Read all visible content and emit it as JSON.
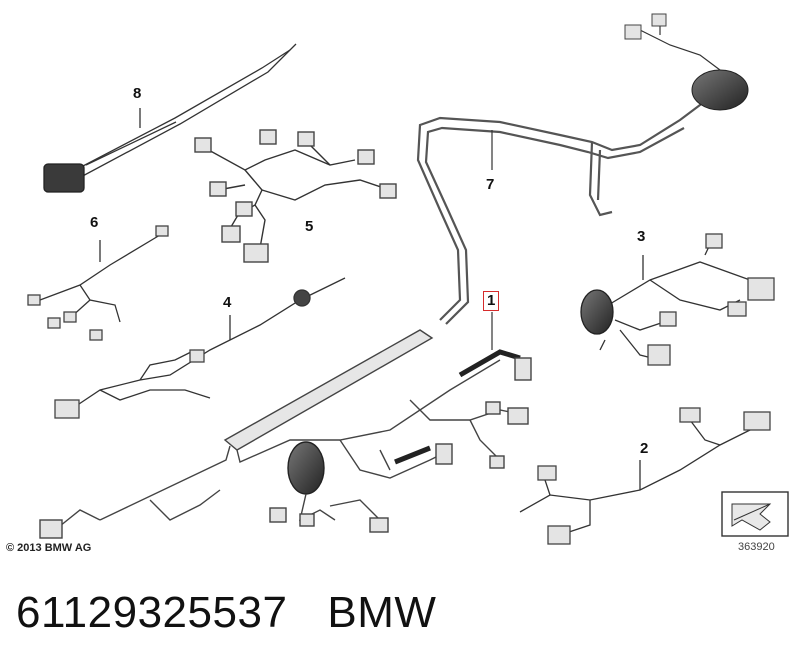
{
  "diagram": {
    "callouts": [
      "1",
      "2",
      "3",
      "4",
      "5",
      "6",
      "7",
      "8"
    ],
    "highlighted_callout": "1",
    "copyright": "© 2013 BMW AG",
    "diagram_number": "363920"
  },
  "caption": {
    "part_number": "61129325537",
    "brand": "BMW"
  },
  "colors": {
    "line": "#3a3a3a",
    "part_fill": "#d8d8d8",
    "highlight_box": "#d62b2b"
  }
}
